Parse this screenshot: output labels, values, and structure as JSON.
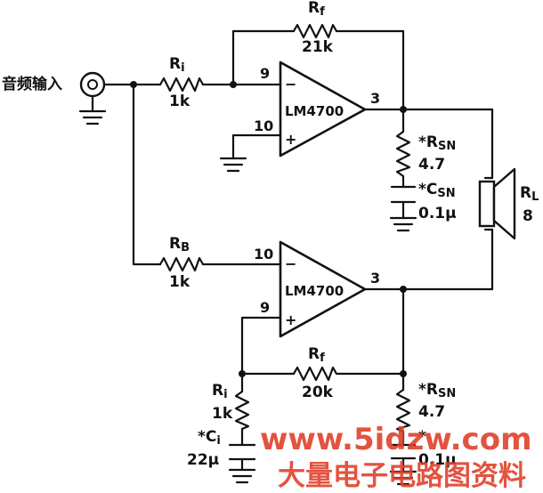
{
  "input": {
    "label": "音频输入"
  },
  "amp_top": {
    "chip": "LM4700",
    "pin_in_neg": "9",
    "pin_in_pos": "10",
    "pin_out": "3",
    "minus": "−",
    "plus": "+"
  },
  "amp_bottom": {
    "chip": "LM4700",
    "pin_in_neg": "10",
    "pin_in_pos": "9",
    "pin_out": "3",
    "minus": "−",
    "plus": "+"
  },
  "components": {
    "rf_top": {
      "name": "R",
      "sub": "f",
      "value": "21k"
    },
    "ri_top": {
      "name": "R",
      "sub": "i",
      "value": "1k"
    },
    "rb": {
      "name": "R",
      "sub": "B",
      "value": "1k"
    },
    "rf_bottom": {
      "name": "R",
      "sub": "f",
      "value": "20k"
    },
    "ri_bottom": {
      "name": "R",
      "sub": "i",
      "value": "1k"
    },
    "ci": {
      "name": "*C",
      "sub": "i",
      "value": "22μ"
    },
    "rsn_top": {
      "name": "*R",
      "sub": "SN",
      "value": "4.7"
    },
    "csn_top": {
      "name": "*C",
      "sub": "SN",
      "value": "0.1μ"
    },
    "rsn_bottom": {
      "name": "*R",
      "sub": "SN",
      "value": "4.7"
    },
    "csn_bottom": {
      "name": "*",
      "value": "0.1μ"
    },
    "rl": {
      "name": "R",
      "sub": "L",
      "value": "8"
    }
  },
  "watermark": {
    "line1": "www.5idzw.com",
    "line2": "大量电子电路图资料"
  }
}
